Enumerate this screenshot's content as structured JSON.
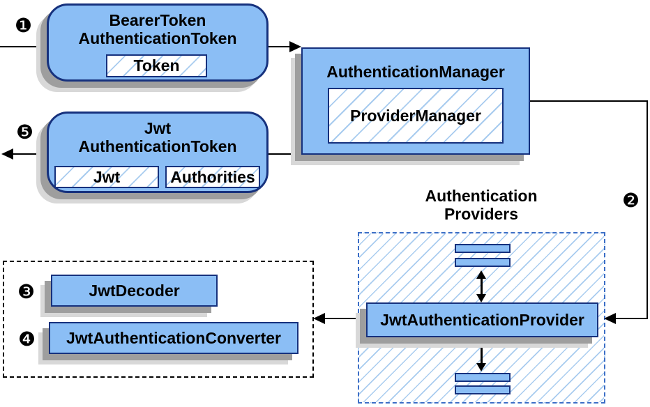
{
  "diagram": {
    "nodes": {
      "bearer_token_line1": "BearerToken",
      "bearer_token_line2": "AuthenticationToken",
      "bearer_token_field": "Token",
      "auth_manager_title": "AuthenticationManager",
      "auth_manager_field": "ProviderManager",
      "jwt_token_line1": "Jwt",
      "jwt_token_line2": "AuthenticationToken",
      "jwt_token_field1": "Jwt",
      "jwt_token_field2": "Authorities",
      "jwt_provider": "JwtAuthenticationProvider",
      "jwt_decoder": "JwtDecoder",
      "jwt_converter": "JwtAuthenticationConverter",
      "providers_label_line1": "Authentication",
      "providers_label_line2": "Providers"
    },
    "badges": {
      "step1": "❶",
      "step2": "❷",
      "step3": "❸",
      "step4": "❹",
      "step5": "❺"
    },
    "colors": {
      "node_fill": "#8BBEF5",
      "node_border": "#16317D",
      "hatch": "#A9CCEF",
      "dashed_blue": "#3C6EC6",
      "shadow_dark": "#9E9E9E",
      "shadow_light": "#D8D8D8",
      "line": "#000000"
    }
  }
}
